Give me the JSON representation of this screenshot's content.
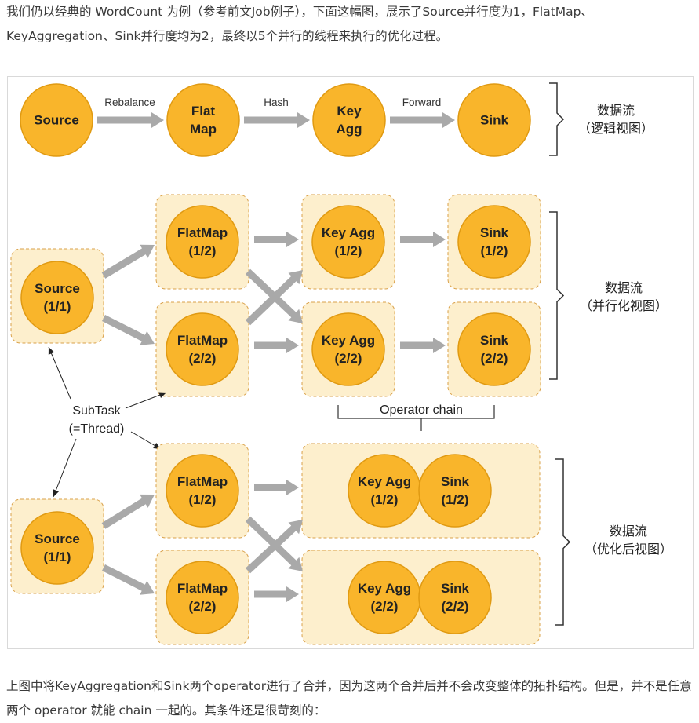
{
  "intro_text": "我们仍以经典的 WordCount 为例（参考前文Job例子），下面这幅图，展示了Source并行度为1，FlatMap、KeyAggregation、Sink并行度均为2，最终以5个并行的线程来执行的优化过程。",
  "outro_text": "上图中将KeyAggregation和Sink两个operator进行了合并，因为这两个合并后并不会改变整体的拓扑结构。但是，并不是任意两个 operator 就能 chain 一起的。其条件还是很苛刻的：",
  "colors": {
    "node_fill": "#f9b52b",
    "node_stroke": "#e09a12",
    "box_fill": "#fdefcd",
    "box_stroke": "#d9a14a",
    "arrow": "#a9a9a9"
  },
  "logical_view": {
    "nodes": [
      [
        "Source"
      ],
      [
        "Flat",
        "Map"
      ],
      [
        "Key",
        "Agg"
      ],
      [
        "Sink"
      ]
    ],
    "edges": [
      "Rebalance",
      "Hash",
      "Forward"
    ],
    "side_label": [
      "数据流",
      "（逻辑视图）"
    ]
  },
  "parallel_view": {
    "source": [
      "Source",
      "(1/1)"
    ],
    "flatmap": [
      [
        "FlatMap",
        "(1/2)"
      ],
      [
        "FlatMap",
        "(2/2)"
      ]
    ],
    "keyagg": [
      [
        "Key Agg",
        "(1/2)"
      ],
      [
        "Key Agg",
        "(2/2)"
      ]
    ],
    "sink": [
      [
        "Sink",
        "(1/2)"
      ],
      [
        "Sink",
        "(2/2)"
      ]
    ],
    "side_label": [
      "数据流",
      "（并行化视图）"
    ]
  },
  "subtask_label": [
    "SubTask",
    "(=Thread)"
  ],
  "operator_chain_label": "Operator chain",
  "optimized_view": {
    "source": [
      "Source",
      "(1/1)"
    ],
    "flatmap": [
      [
        "FlatMap",
        "(1/2)"
      ],
      [
        "FlatMap",
        "(2/2)"
      ]
    ],
    "chains": [
      [
        [
          "Key Agg",
          "(1/2)"
        ],
        [
          "Sink",
          "(1/2)"
        ]
      ],
      [
        [
          "Key Agg",
          "(2/2)"
        ],
        [
          "Sink",
          "(2/2)"
        ]
      ]
    ],
    "side_label": [
      "数据流",
      "（优化后视图）"
    ]
  }
}
